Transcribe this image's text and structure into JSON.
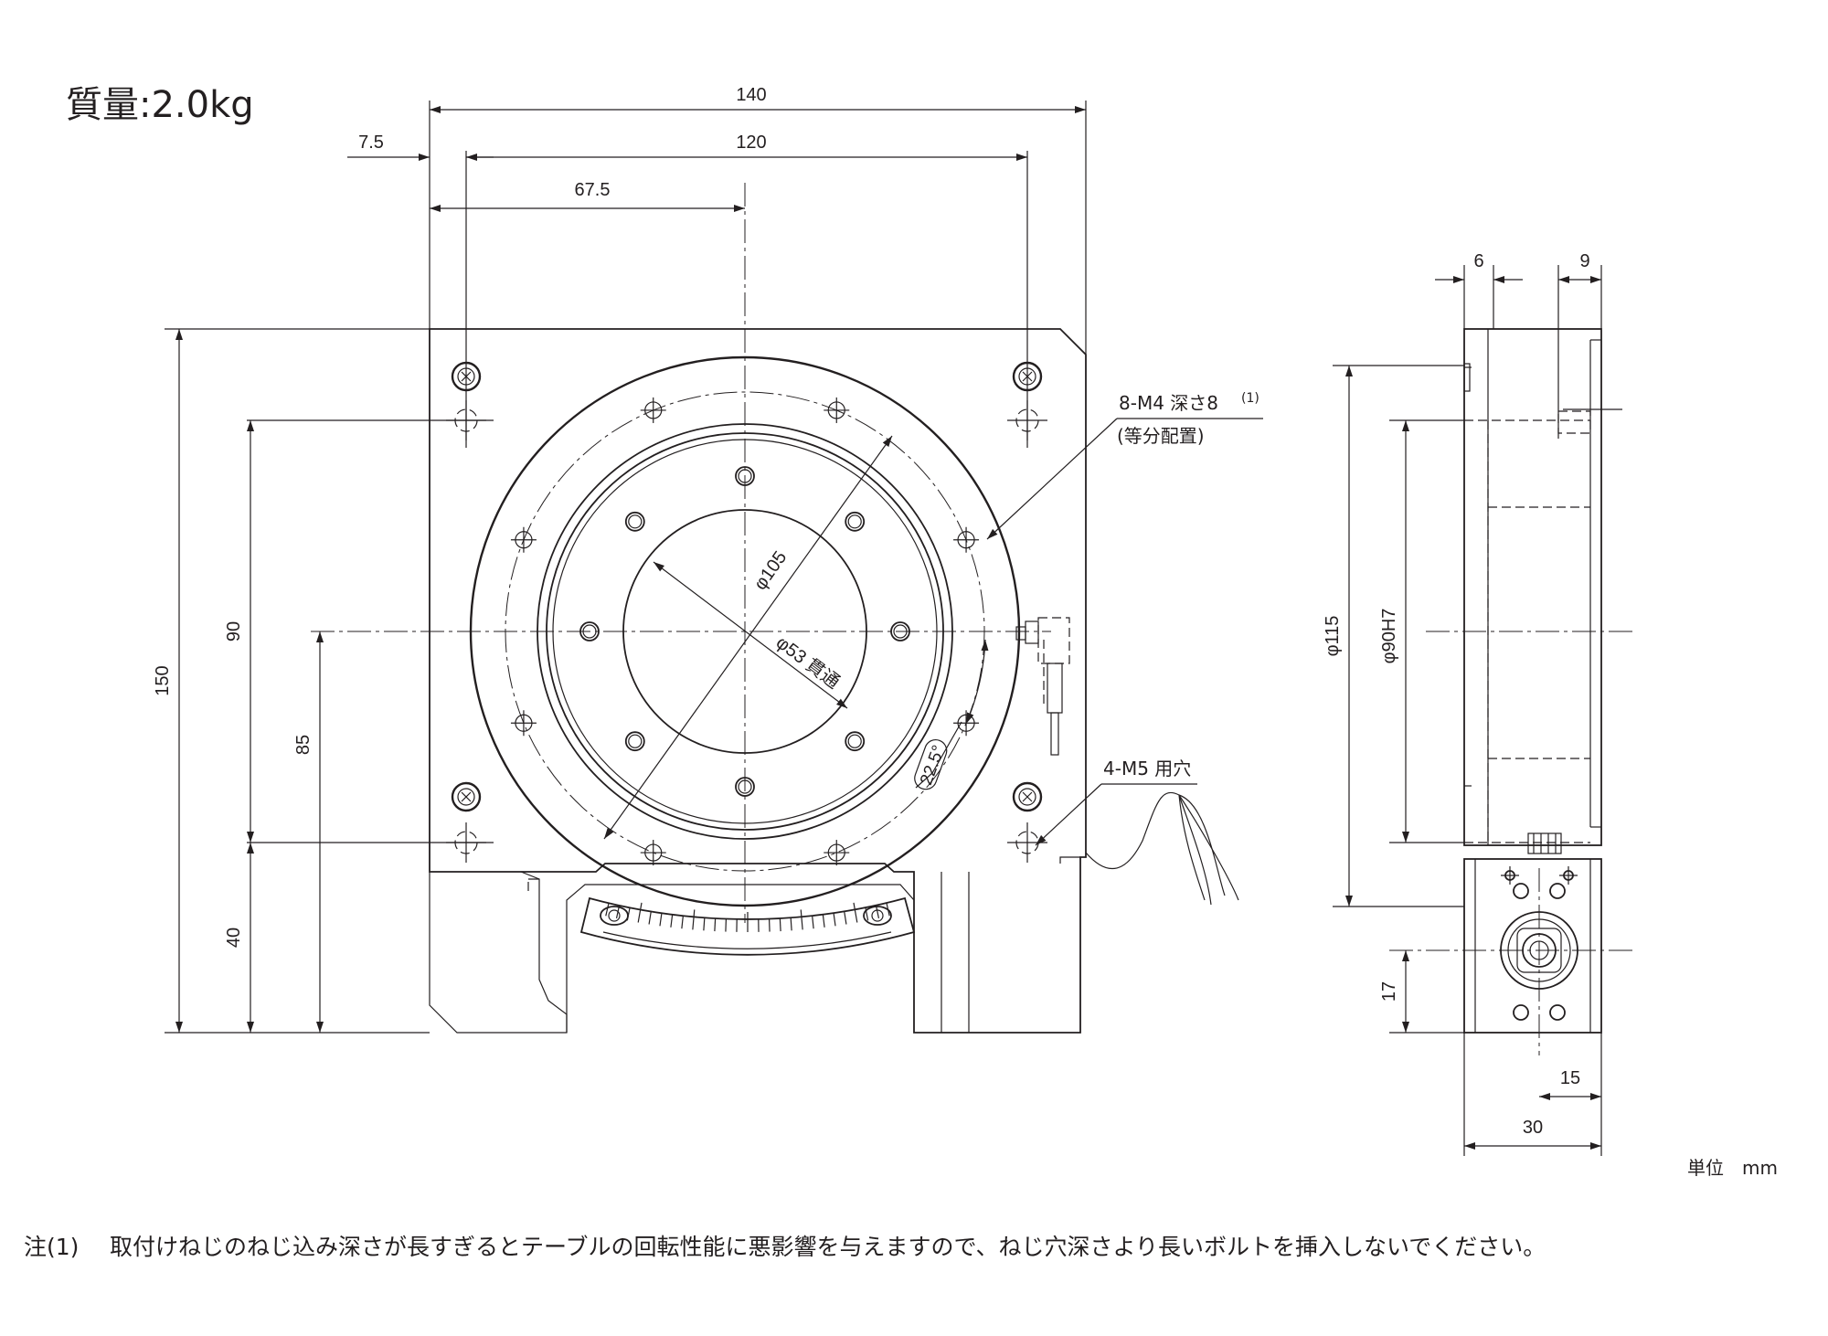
{
  "drawing": {
    "mass_label": "質量:2.0kg",
    "dimensions": {
      "width_total": "140",
      "hole_pitch_x": "120",
      "offset_left": "7.5",
      "center_x": "67.5",
      "height_total": "150",
      "hole_pitch_y": "90",
      "center_y": "85",
      "bottom_offset": "40",
      "dia_105": "φ105",
      "dia_53": "φ53 貫通",
      "angle": "22.5°",
      "side_6": "6",
      "side_9": "9",
      "dia_115": "φ115",
      "dia_90h7": "φ90H7",
      "side_17": "17",
      "side_15": "15",
      "side_30": "30"
    },
    "callouts": {
      "tapped_holes_line1": "8-M4 深さ8",
      "tapped_holes_note_ref": "(1)",
      "tapped_holes_line2": "(等分配置)",
      "mount_holes": "4-M5 用穴"
    },
    "units_label": "単位　mm",
    "note": {
      "ref": "注(1)",
      "text": "取付けねじのねじ込み深さが長すぎるとテーブルの回転性能に悪影響を与えますので、ねじ穴深さより長いボルトを挿入しないでください。"
    }
  }
}
